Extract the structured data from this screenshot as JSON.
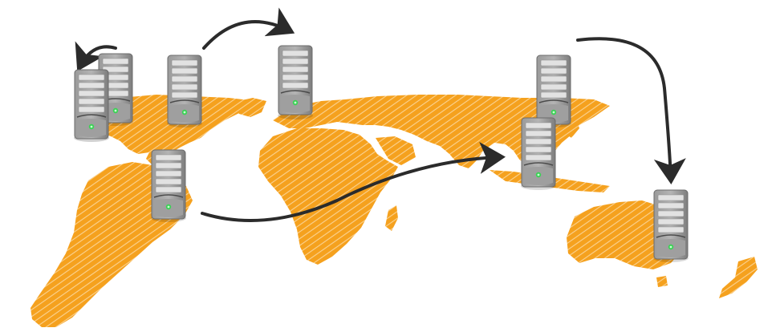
{
  "colors": {
    "background": "#ffffff",
    "land": "#f5a11e",
    "land_hatch": "#fde3b8",
    "server_body": "#8a8a8a",
    "server_bay": "#d9d9d9",
    "server_led": "#39d353",
    "arrow": "#2b2b2b"
  },
  "icons": [
    "world-map",
    "server-icon",
    "curved-arrow-icon"
  ],
  "servers": [
    {
      "name": "server-north-america-back"
    },
    {
      "name": "server-north-america-front"
    },
    {
      "name": "server-north-america-east"
    },
    {
      "name": "server-europe"
    },
    {
      "name": "server-south-america"
    },
    {
      "name": "server-east-asia"
    },
    {
      "name": "server-southeast-asia"
    },
    {
      "name": "server-australia"
    }
  ],
  "connections": [
    {
      "name": "arrow-na-to-na-back"
    },
    {
      "name": "arrow-na-to-europe"
    },
    {
      "name": "arrow-south-america-to-southeast-asia"
    },
    {
      "name": "arrow-east-asia-to-australia"
    }
  ]
}
